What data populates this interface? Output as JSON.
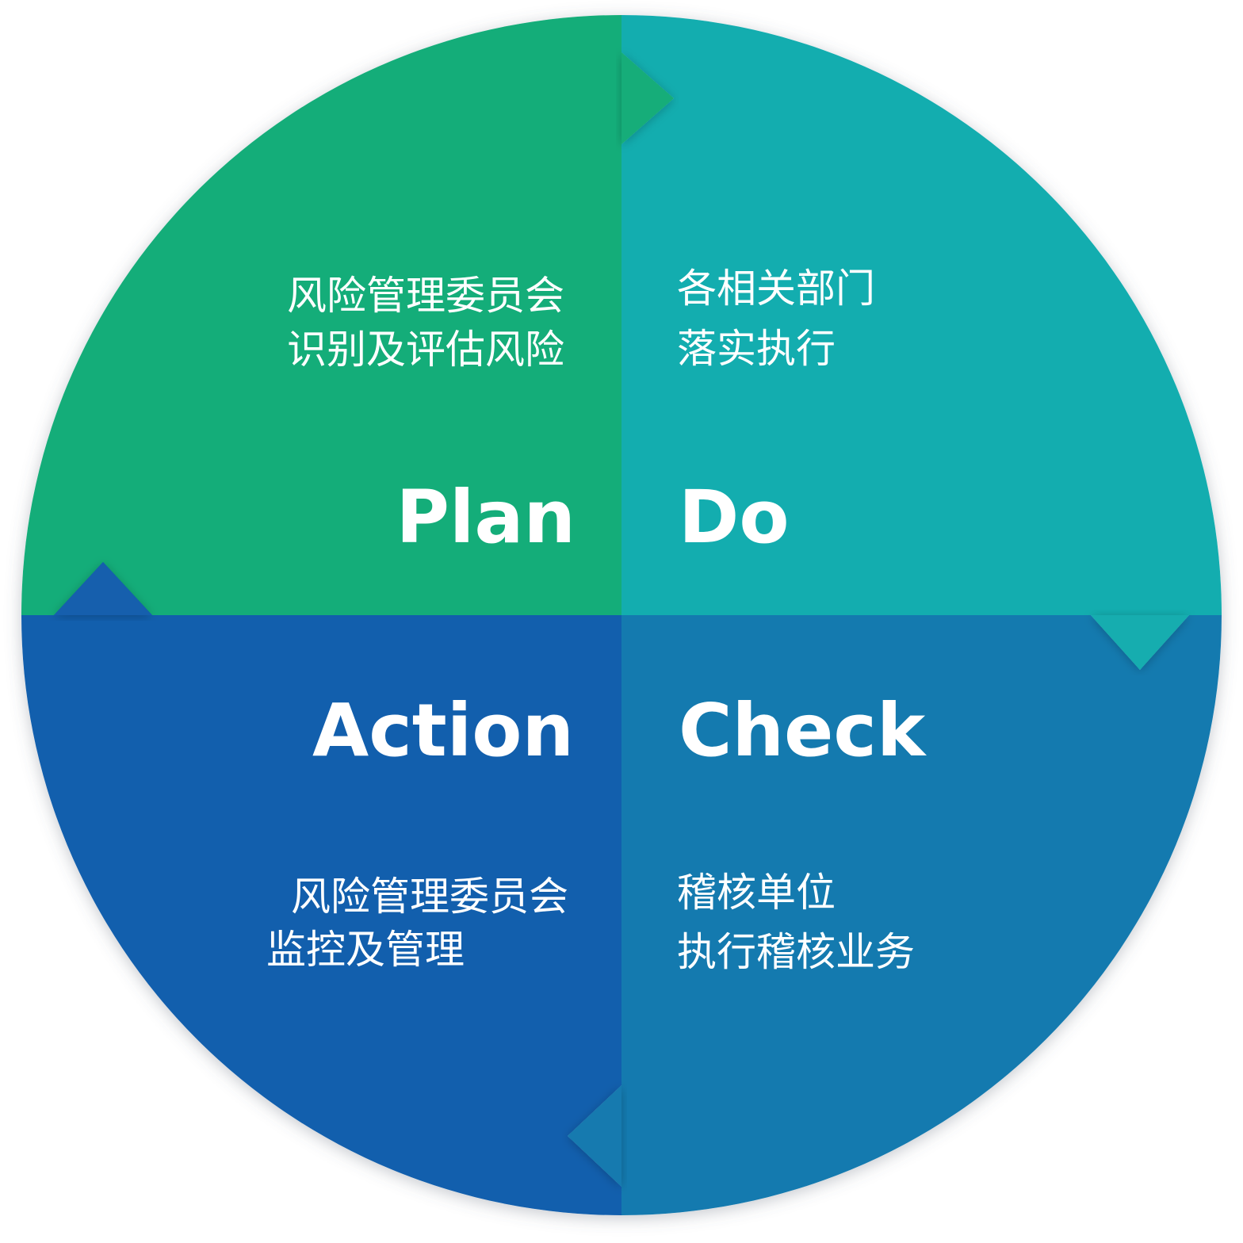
{
  "colors": {
    "plan": "#14AD79",
    "do": "#13ADAF",
    "check": "#147AAF",
    "action": "#125FAD",
    "text": "#FFFFFF",
    "shadow": "#5A6472"
  },
  "plan": {
    "title": "Plan",
    "line1": "风险管理委员会",
    "line2": "识别及评估风险"
  },
  "do": {
    "title": "Do",
    "line1": "各相关部门",
    "line2": "落实执行"
  },
  "check": {
    "title": "Check",
    "line1": "稽核单位",
    "line2": "执行稽核业务"
  },
  "action": {
    "title": "Action",
    "line1": "风险管理委员会",
    "line2": "监控及管理"
  }
}
